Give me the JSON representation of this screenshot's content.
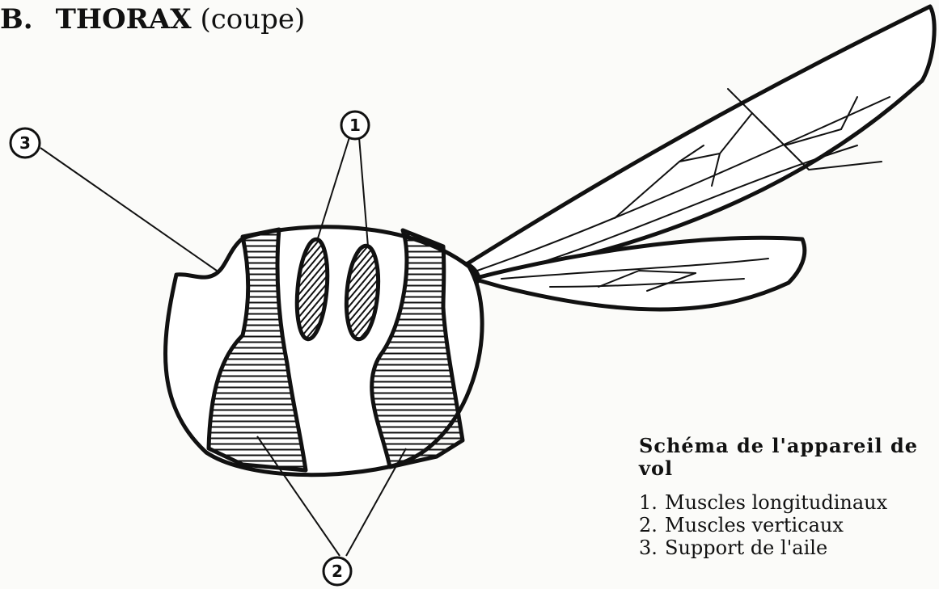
{
  "title": {
    "letter": "B.",
    "main": "THORAX",
    "sub": "(coupe)"
  },
  "markers": {
    "m1": "1",
    "m2": "2",
    "m3": "3"
  },
  "legend": {
    "heading_line1": "Schéma de l'appareil de",
    "heading_line2": "vol",
    "items": [
      {
        "num": "1.",
        "label": "Muscles longitudinaux"
      },
      {
        "num": "2.",
        "label": "Muscles verticaux"
      },
      {
        "num": "3.",
        "label": "Support de l'aile"
      }
    ]
  },
  "colors": {
    "ink": "#111111",
    "paper": "#fbfbf9"
  }
}
